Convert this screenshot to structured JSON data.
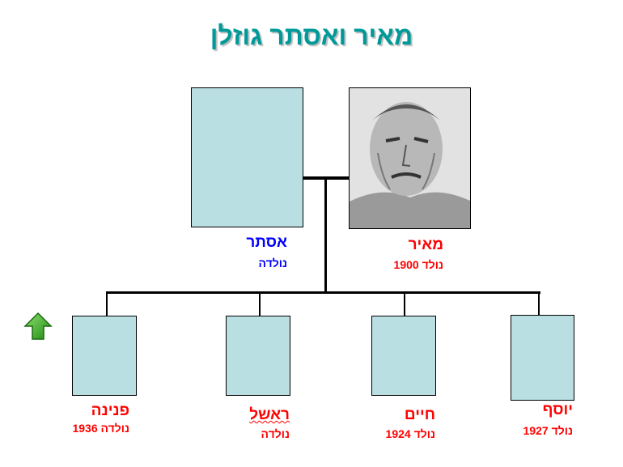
{
  "title": "מאיר ואסתר גוזלן",
  "parents": [
    {
      "name": "מאיר",
      "birth": "נולד 1900",
      "color": "#ff0000",
      "photo": true
    },
    {
      "name": "אסתר",
      "birth": "נולדה",
      "color": "#0000ff",
      "photo": false
    }
  ],
  "children": [
    {
      "name": "יוסף",
      "birth": "נולד 1927"
    },
    {
      "name": "חיים",
      "birth": "נולד 1924"
    },
    {
      "name": "ראשל",
      "birth": "נולדה"
    },
    {
      "name": "פנינה",
      "birth": "נולדה 1936"
    }
  ],
  "nav": {
    "icon": "up-arrow-icon",
    "color": "#33aa22"
  }
}
